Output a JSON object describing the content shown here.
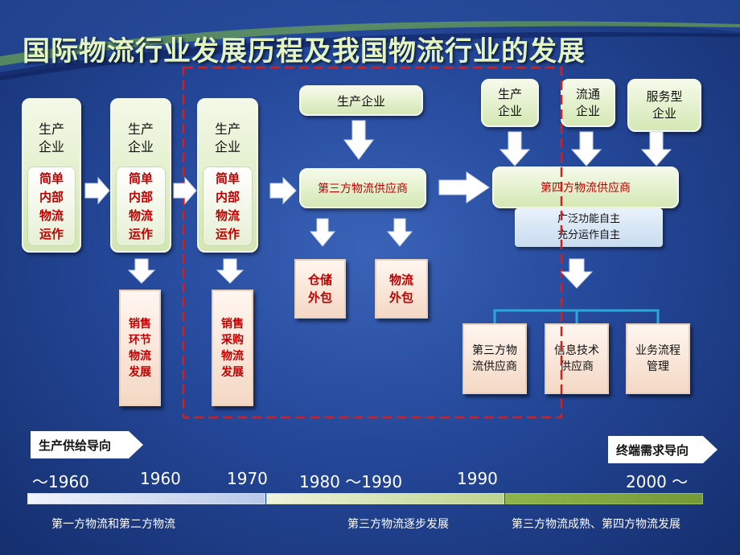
{
  "title": "国际物流行业发展历程及我国物流行业的发展",
  "col1": {
    "top": [
      "生产",
      "企业"
    ],
    "inner": [
      "简单",
      "内部",
      "物流",
      "运作"
    ]
  },
  "col2": {
    "top": [
      "生产",
      "企业"
    ],
    "inner": [
      "简单",
      "内部",
      "物流",
      "运作"
    ],
    "below": [
      "销售",
      "环节",
      "物流",
      "发展"
    ]
  },
  "col3": {
    "top": [
      "生产",
      "企业"
    ],
    "inner": [
      "简单",
      "内部",
      "物流",
      "运作"
    ],
    "below": [
      "销售",
      "采购",
      "物流",
      "发展"
    ]
  },
  "third_party": {
    "top": "生产企业",
    "center": "第三方物流供应商",
    "outputs": [
      [
        "仓储",
        "外包"
      ],
      [
        "物流",
        "外包"
      ]
    ]
  },
  "fourth_party": {
    "sources": [
      [
        "生产",
        "企业"
      ],
      [
        "流通",
        "企业"
      ],
      [
        "服务型",
        "企业"
      ]
    ],
    "center": "第四方物流供应商",
    "sub": [
      "广泛功能自主",
      "充分运作自主"
    ],
    "outputs": [
      [
        "第三方物",
        "流供应商"
      ],
      [
        "信息技术",
        "供应商"
      ],
      [
        "业务流程",
        "管理"
      ]
    ]
  },
  "orientation": {
    "left": "生产供给导向",
    "right": "终端需求导向"
  },
  "timeline": {
    "years": [
      "～1960",
      "1960",
      "1970",
      "1980 ～1990",
      "1990",
      "2000 ～"
    ],
    "phases": [
      "第一方物流和第二方物流",
      "第三方物流逐步发展",
      "第三方物流成熟、第四方物流发展"
    ]
  },
  "colors": {
    "title": "#e4f4c0",
    "highlight_red": "#c00000",
    "dashed_frame": "#d02020",
    "arrow": "#ffffff",
    "bracket": "#2aa8d8"
  }
}
